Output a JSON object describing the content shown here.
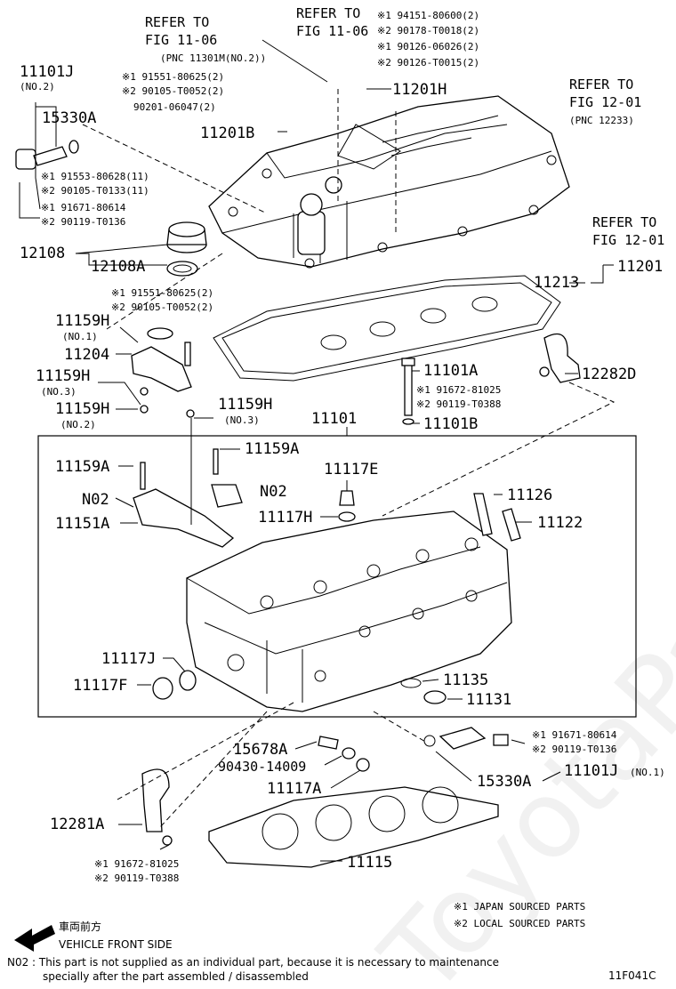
{
  "watermark": "ToyotaParts.ru",
  "figure_code": "11F041C",
  "legend": {
    "mark1": "※1 JAPAN SOURCED PARTS",
    "mark2": "※2 LOCAL SOURCED PARTS",
    "front_jp": "車両前方",
    "front_en": "VEHICLE FRONT SIDE"
  },
  "note": {
    "line1": "N02 : This part is not supplied as an individual part, because it is necessary to maintenance",
    "line2": "specially after the part assembled / disassembled"
  },
  "refs": {
    "r1_a": "REFER TO",
    "r1_b": "FIG 11-06",
    "r1_c": "(PNC 11301M(NO.2))",
    "r2_a": "REFER TO",
    "r2_b": "FIG 11-06",
    "r3_a": "REFER TO",
    "r3_b": "FIG 12-01",
    "r3_c": "(PNC 12233)",
    "r4_a": "REFER TO",
    "r4_b": "FIG 12-01"
  },
  "labels": {
    "p11101J_top": "11101J",
    "p11101J_top_no": "(NO.2)",
    "p15330A_top": "15330A",
    "s1_91551_top": "※1 91551-80625(2)",
    "s2_90105_top": "※2 90105-T0052(2)",
    "p90201": "90201-06047(2)",
    "p11201B": "11201B",
    "s1_94151": "※1 94151-80600(2)",
    "s2_90178": "※2 90178-T0018(2)",
    "s1_90126": "※1 90126-06026(2)",
    "s2_90126": "※2 90126-T0015(2)",
    "p11201H": "11201H",
    "s1_91553": "※1 91553-80628(11)",
    "s2_90105_133": "※2 90105-T0133(11)",
    "s1_91671_top": "※1 91671-80614",
    "s2_90119_top": "※2 90119-T0136",
    "p12108": "12108",
    "p12108A": "12108A",
    "p11201": "11201",
    "p11213": "11213",
    "s1_91551_mid": "※1 91551-80625(2)",
    "s2_90105_mid": "※2 90105-T0052(2)",
    "p11159H_1": "11159H",
    "p11159H_1_no": "(NO.1)",
    "p11204": "11204",
    "p11159H_3": "11159H",
    "p11159H_3_no": "(NO.3)",
    "p11159H_2": "11159H",
    "p11159H_2_no": "(NO.2)",
    "p11159H_3b": "11159H",
    "p11159H_3b_no": "(NO.3)",
    "p11101A": "11101A",
    "s1_91672_mid": "※1 91672-81025",
    "s2_90119_0388_mid": "※2 90119-T0388",
    "p11101B": "11101B",
    "p12282D": "12282D",
    "p11101": "11101",
    "p11159A_l": "11159A",
    "p11159A_r": "11159A",
    "n02_l": "N02",
    "n02_r": "N02",
    "p11151A": "11151A",
    "p11117E": "11117E",
    "p11117H": "11117H",
    "p11126": "11126",
    "p11122": "11122",
    "p11117J": "11117J",
    "p11117F": "11117F",
    "p11135": "11135",
    "p11131": "11131",
    "p15678A": "15678A",
    "p90430": "90430-14009",
    "p11117A": "11117A",
    "s1_91671_bot": "※1 91671-80614",
    "s2_90119_bot": "※2 90119-T0136",
    "p15330A_bot": "15330A",
    "p11101J_bot": "11101J",
    "p11101J_bot_no": "(NO.1)",
    "p12281A": "12281A",
    "s1_91672_bot": "※1 91672-81025",
    "s2_90119_0388_bot": "※2 90119-T0388",
    "p11115": "11115"
  }
}
